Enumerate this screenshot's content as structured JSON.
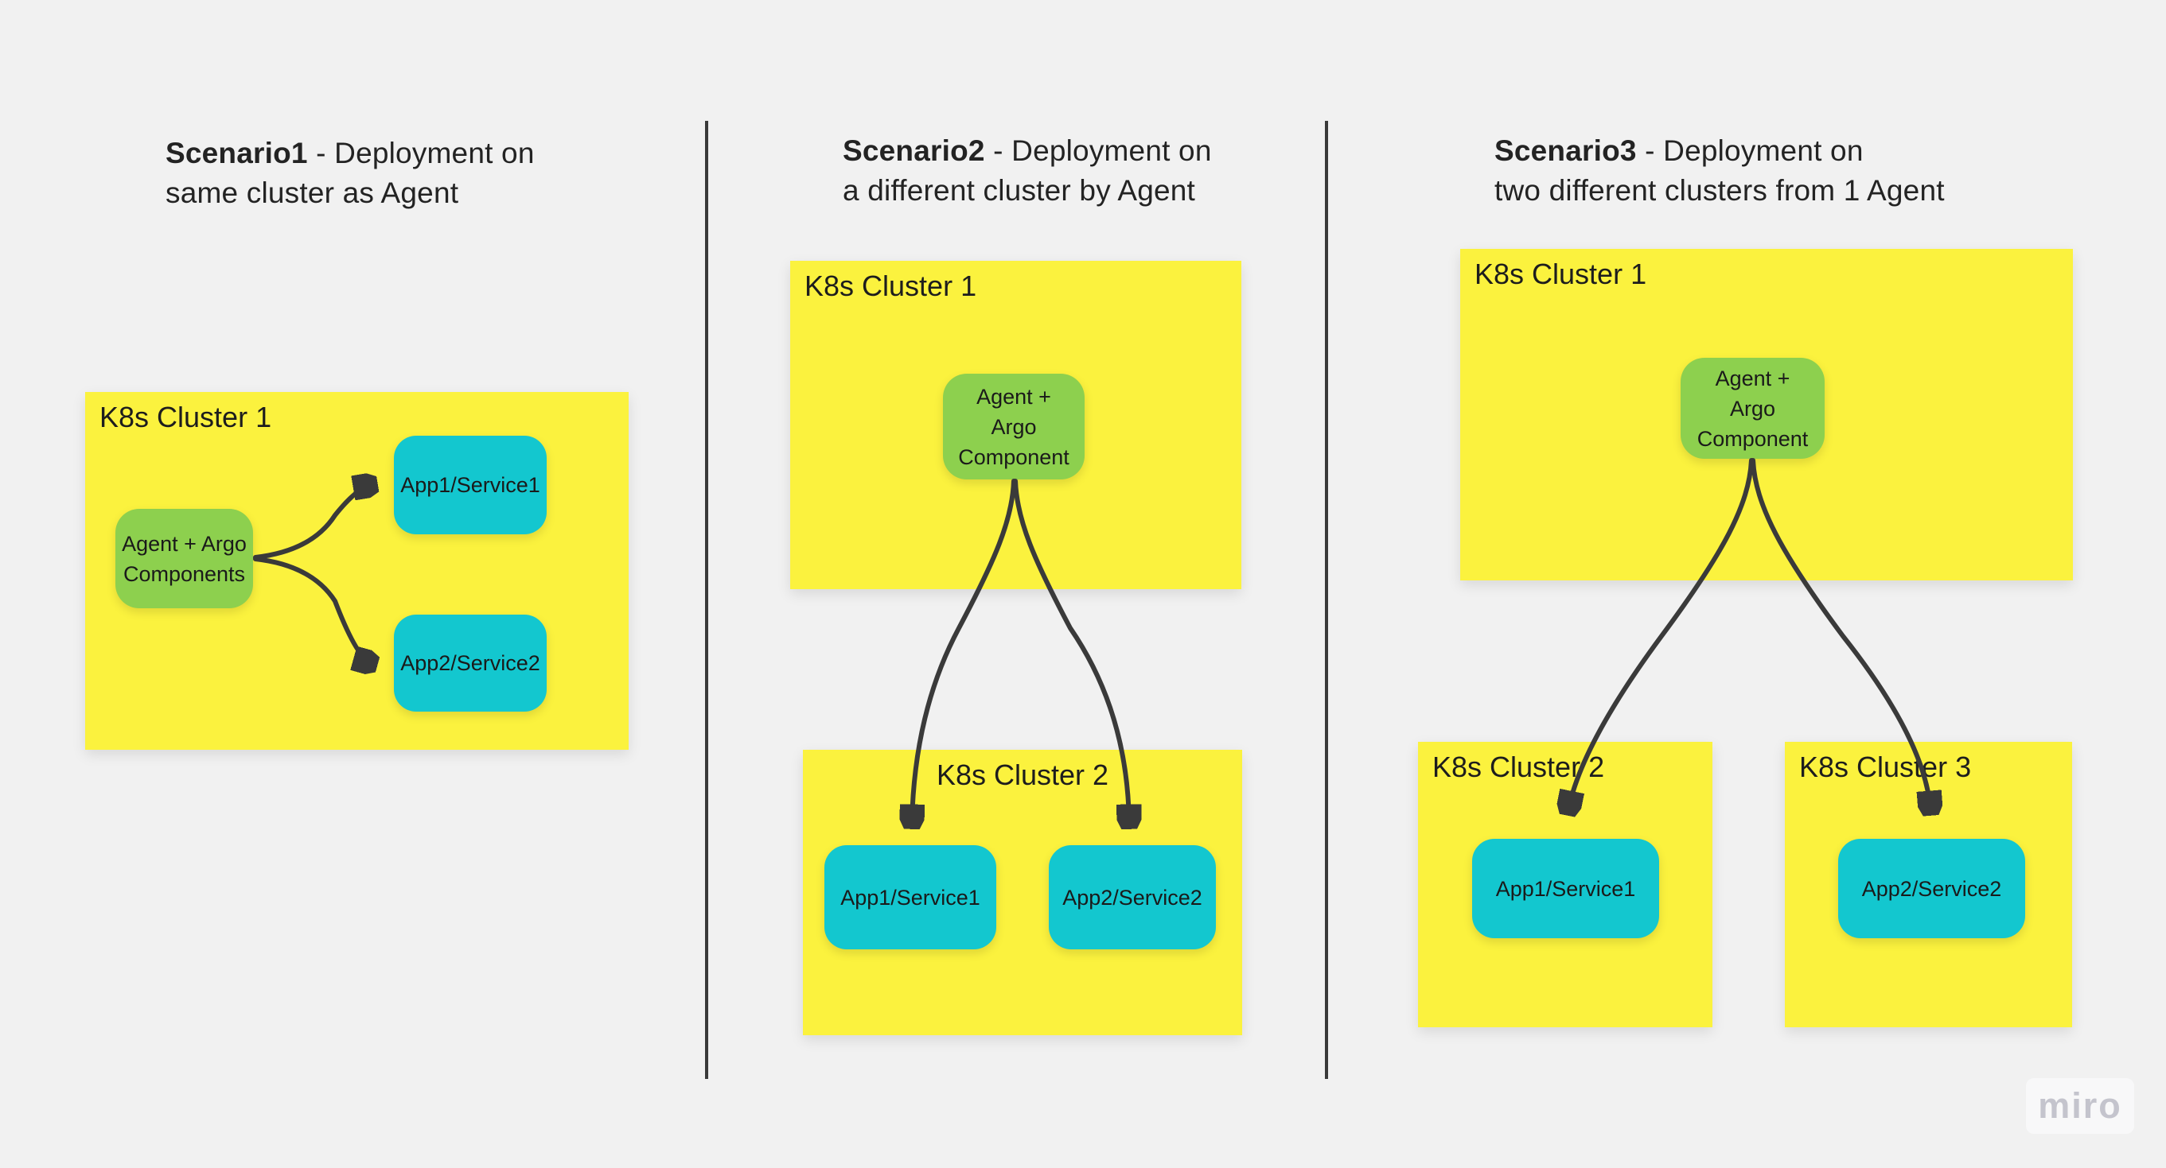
{
  "colors": {
    "background": "#f1f1f1",
    "cluster_fill": "#fbf23e",
    "agent_fill": "#8dd04e",
    "app_fill": "#13c7cf",
    "stroke": "#3a3a3a",
    "text": "#1d1d1d",
    "watermark_text": "#c4c4cd"
  },
  "watermark": {
    "label": "miro"
  },
  "s1": {
    "title": {
      "bold": "Scenario1",
      "rest": " - Deployment on",
      "line2": "same cluster as Agent"
    },
    "cluster1": "K8s Cluster 1",
    "agent": {
      "line1": "Agent + Argo",
      "line2": "Components"
    },
    "app1": "App1/Service1",
    "app2": "App2/Service2"
  },
  "s2": {
    "title": {
      "bold": "Scenario2",
      "rest": " - Deployment on",
      "line2": "a different cluster by Agent"
    },
    "cluster1": "K8s Cluster 1",
    "cluster2": "K8s Cluster 2",
    "agent": {
      "line1": "Agent +",
      "line2": "Argo",
      "line3": "Component"
    },
    "app1": "App1/Service1",
    "app2": "App2/Service2"
  },
  "s3": {
    "title": {
      "bold": "Scenario3",
      "rest": " - Deployment on",
      "line2": "two different clusters from 1 Agent"
    },
    "cluster1": "K8s Cluster 1",
    "cluster2": "K8s Cluster 2",
    "cluster3": "K8s Cluster 3",
    "agent": {
      "line1": "Agent +",
      "line2": "Argo",
      "line3": "Component"
    },
    "app1": "App1/Service1",
    "app2": "App2/Service2"
  }
}
